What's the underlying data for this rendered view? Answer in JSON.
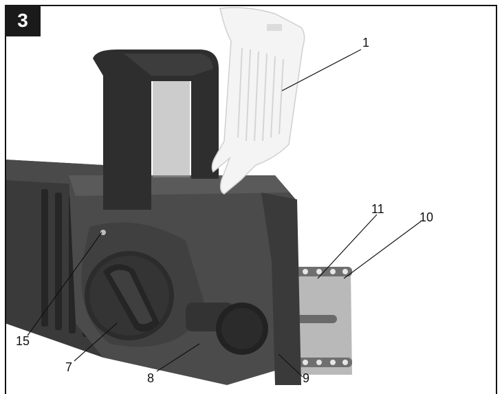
{
  "figure": {
    "number": "3"
  },
  "callouts": [
    {
      "label": "1"
    },
    {
      "label": "11"
    },
    {
      "label": "10"
    },
    {
      "label": "15"
    },
    {
      "label": "7"
    },
    {
      "label": "8"
    },
    {
      "label": "9"
    }
  ]
}
